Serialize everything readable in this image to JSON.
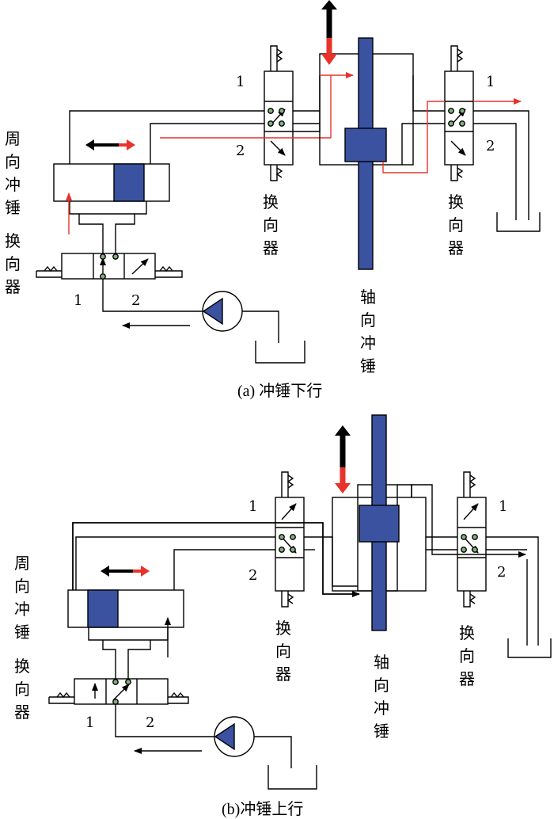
{
  "panel_a": {
    "caption": "(a) 冲锤下行",
    "left_title": [
      "周",
      "向",
      "冲",
      "锤"
    ],
    "left_switch": [
      "换",
      "向",
      "器"
    ],
    "mid_switch": [
      "换",
      "向",
      "器"
    ],
    "right_switch": [
      "换",
      "向",
      "器"
    ],
    "axial": [
      "轴",
      "向",
      "冲",
      "锤"
    ],
    "port_1": "1",
    "port_2": "2"
  },
  "panel_b": {
    "caption": "(b)冲锤上行",
    "left_title": [
      "周",
      "向",
      "冲",
      "锤"
    ],
    "left_switch": [
      "换",
      "向",
      "器"
    ],
    "mid_switch": [
      "换",
      "向",
      "器"
    ],
    "right_switch": [
      "换",
      "向",
      "器"
    ],
    "axial": [
      "轴",
      "向",
      "冲",
      "锤"
    ],
    "port_1": "1",
    "port_2": "2"
  },
  "colors": {
    "piston": "#3a52a0",
    "flow": "#e8322c",
    "check": "#7fb27f"
  }
}
